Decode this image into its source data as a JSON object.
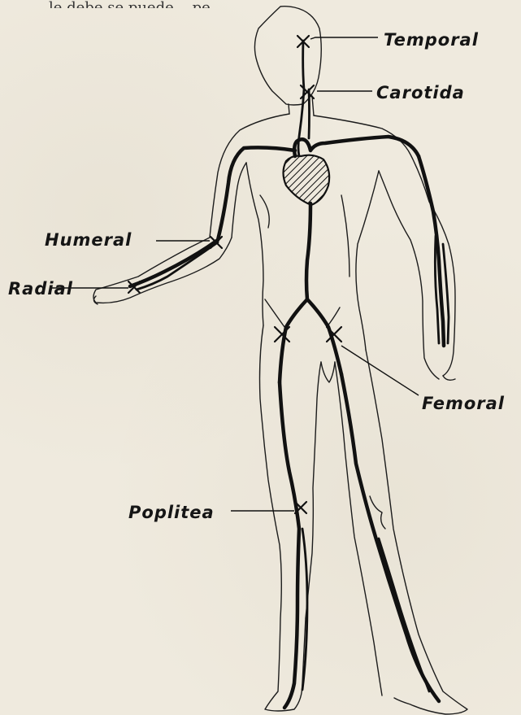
{
  "header_fragment": "le debe se puede... pe...",
  "labels": {
    "temporal": "Temporal",
    "carotida": "Carotida",
    "humeral": "Humeral",
    "radial": "Radial",
    "femoral": "Femoral",
    "poplitea": "Poplitea"
  },
  "colors": {
    "paper": "#efeade",
    "ink": "#111111"
  }
}
